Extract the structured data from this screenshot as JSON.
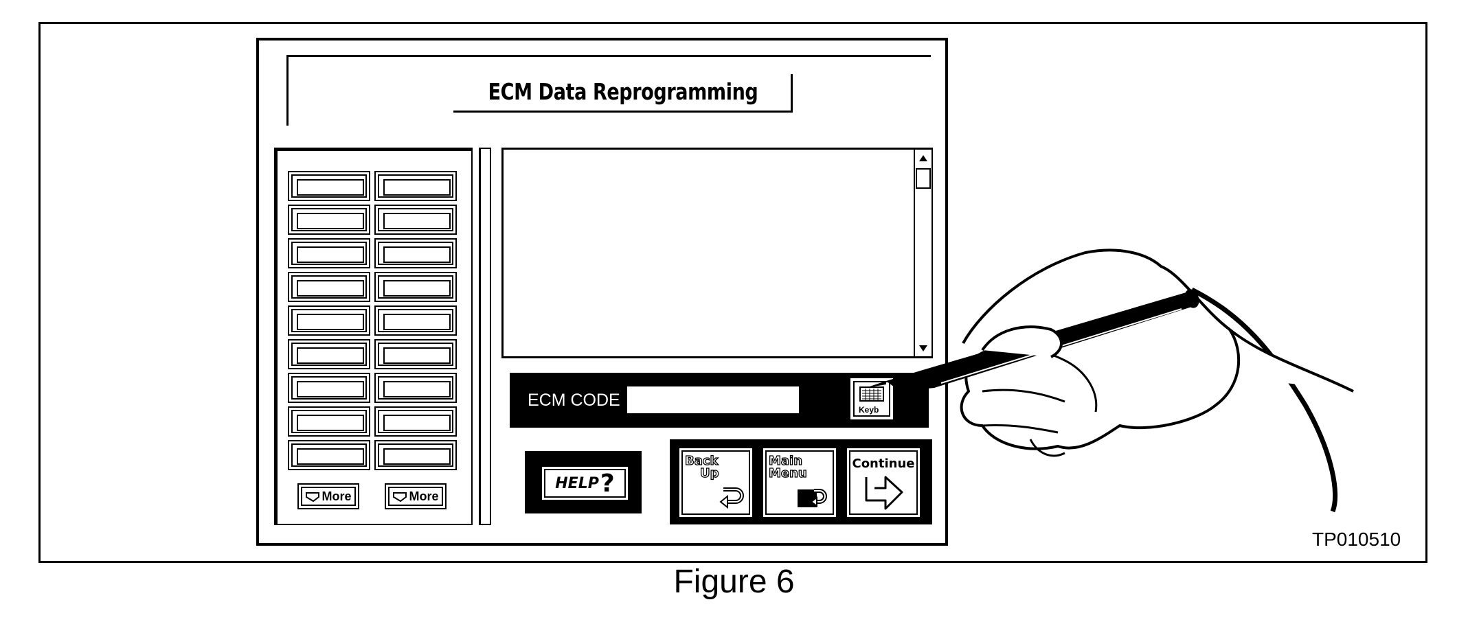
{
  "screen": {
    "title": "ECM Data Reprogramming",
    "more_left": "More",
    "more_right": "More",
    "ecm_code_label": "ECM CODE",
    "ecm_code_value": "",
    "keyboard_label": "Keyb",
    "help_label": "HELP",
    "help_symbol": "?",
    "back_up_label_1": "Back",
    "back_up_label_2": "Up",
    "main_menu_label_1": "Main",
    "main_menu_label_2": "Menu",
    "continue_label": "Continue"
  },
  "figure": {
    "code": "TP010510",
    "caption": "Figure 6"
  },
  "icons": [
    "scroll-up-arrow-icon",
    "scroll-down-arrow-icon",
    "more-arrow-icon",
    "keyboard-icon",
    "return-arrow-icon",
    "continue-arrow-icon",
    "hand-with-stylus-icon"
  ]
}
